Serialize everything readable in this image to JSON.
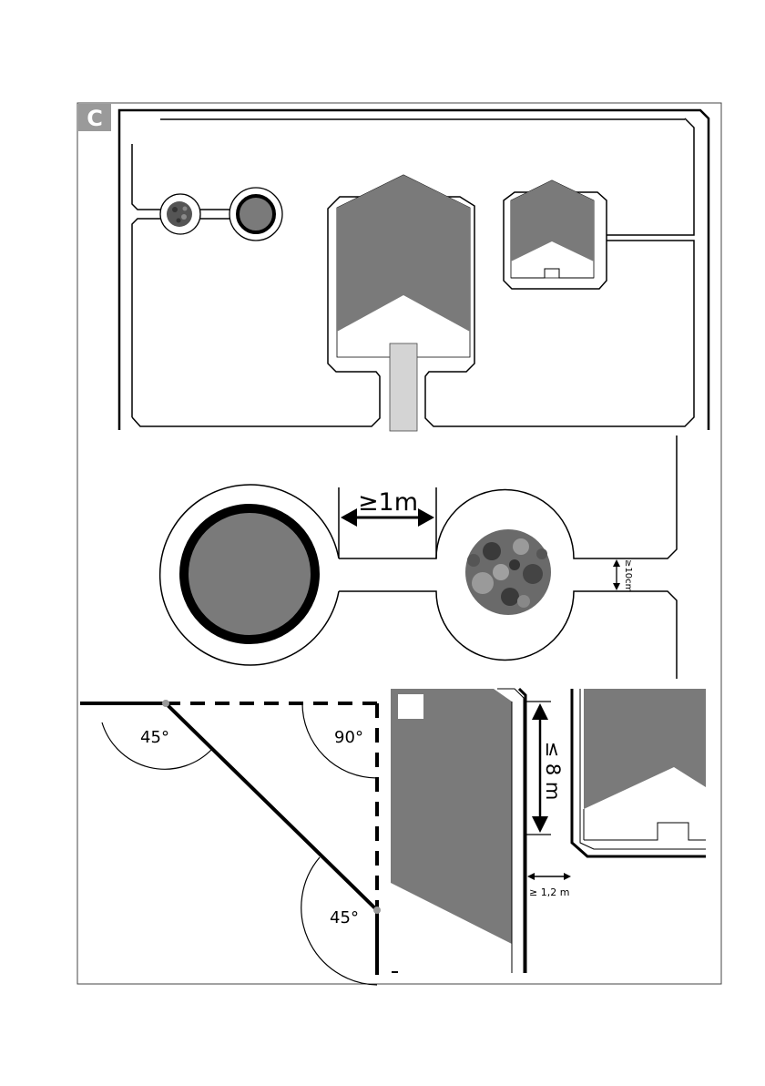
{
  "section_badge": {
    "letter": "C"
  },
  "figure": {
    "detail_narrow_passage": {
      "min_width_label": "≥1m",
      "wire_gap_label": "≥10cm"
    },
    "detail_corner_angles": {
      "angle_top": "45°",
      "angle_right": "90°",
      "angle_bottom": "45°"
    },
    "detail_wall_distance": {
      "max_length_label": "≤ 8 m",
      "min_distance_label": "≥ 1,2 m"
    }
  },
  "colors": {
    "building_gray": "#7a7a7a",
    "driveway_gray": "#d4d4d4",
    "badge_gray": "#9a9a9a",
    "line_black": "#000000"
  }
}
